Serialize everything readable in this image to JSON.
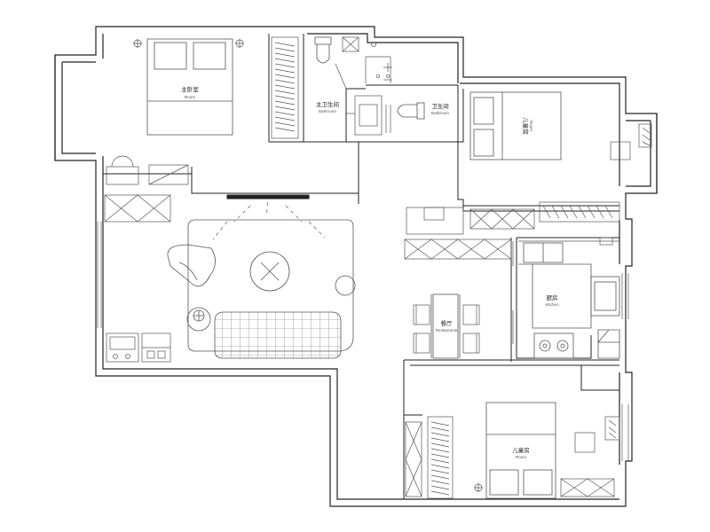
{
  "colors": {
    "wall": "#222222",
    "furniture": "#555555",
    "watermark": "#e5e5e5"
  },
  "rooms": {
    "master_bedroom": {
      "cn": "主卧室",
      "en": "Room"
    },
    "master_bathroom": {
      "cn": "主卫生间",
      "en": "Bathroom"
    },
    "bathroom": {
      "cn": "卫生间",
      "en": "Bathroom"
    },
    "child_room_top": {
      "cn": "儿童房",
      "en": "Room"
    },
    "kitchen": {
      "cn": "厨房",
      "en": "Kitchen"
    },
    "dining": {
      "cn": "餐厅",
      "en": "Restaurants"
    },
    "child_room_bottom": {
      "cn": "儿童房",
      "en": "Room"
    }
  },
  "icons": [
    "lamp-icon",
    "toilet-icon",
    "sink-icon",
    "stove-icon",
    "tv-icon",
    "table-icon",
    "chair-icon",
    "sofa-icon",
    "bed-icon",
    "wardrobe-icon",
    "window-icon",
    "door-icon"
  ]
}
